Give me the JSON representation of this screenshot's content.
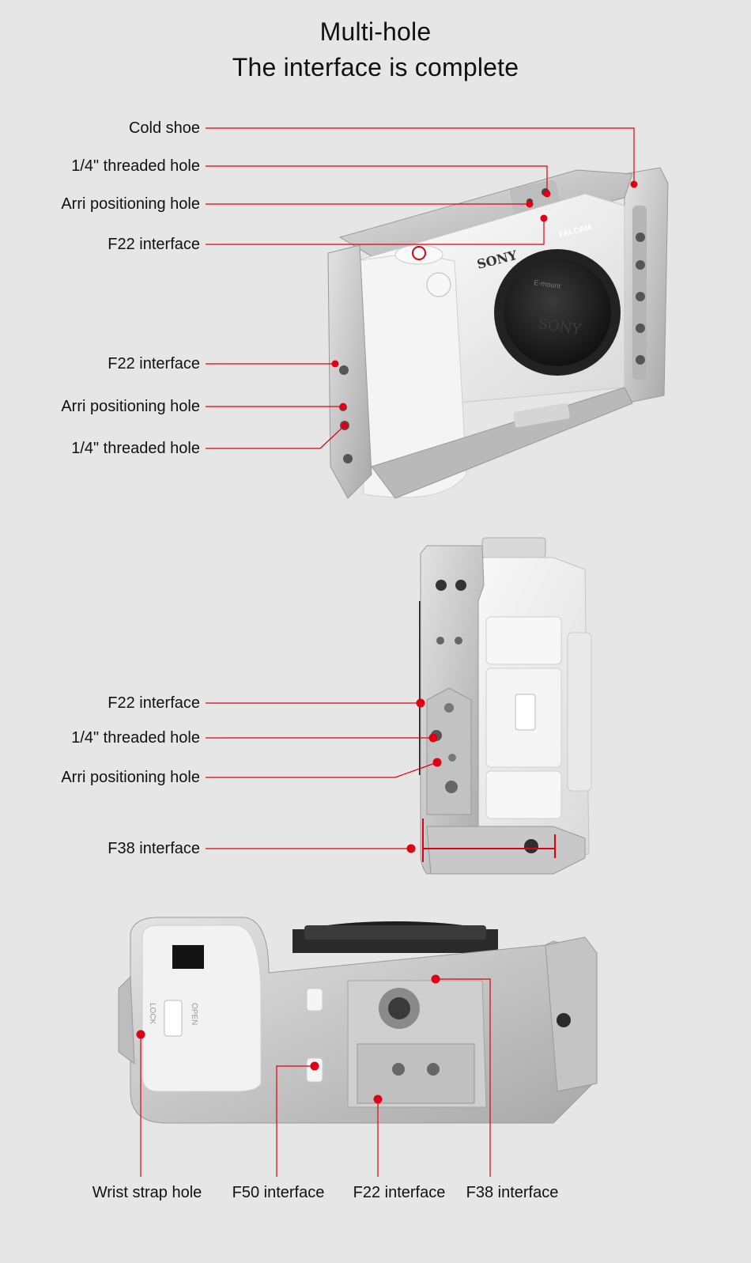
{
  "heading": {
    "line1": "Multi-hole",
    "line2": "The interface is complete"
  },
  "section1": {
    "labels": [
      "Cold shoe",
      "1/4\" threaded hole",
      "Arri positioning hole",
      "F22 interface",
      "F22 interface",
      "Arri positioning hole",
      "1/4\" threaded hole"
    ],
    "camera_brand": "SONY",
    "cage_brand": "FALCAM",
    "mount_text": "E-mount",
    "cap_brand": "SONY"
  },
  "section2": {
    "labels": [
      "F22 interface",
      "1/4\" threaded hole",
      "Arri positioning hole",
      "F38 interface"
    ]
  },
  "section3": {
    "labels": [
      "Wrist strap hole",
      "F50 interface",
      "F22 interface",
      "F38 interface"
    ],
    "door_open": "OPEN",
    "door_lock": "LOCK"
  },
  "colors": {
    "background": "#e6e6e6",
    "accent_red": "#e00012",
    "cage_silver": "#c9c9c9",
    "camera_white": "#f2f2f2"
  }
}
